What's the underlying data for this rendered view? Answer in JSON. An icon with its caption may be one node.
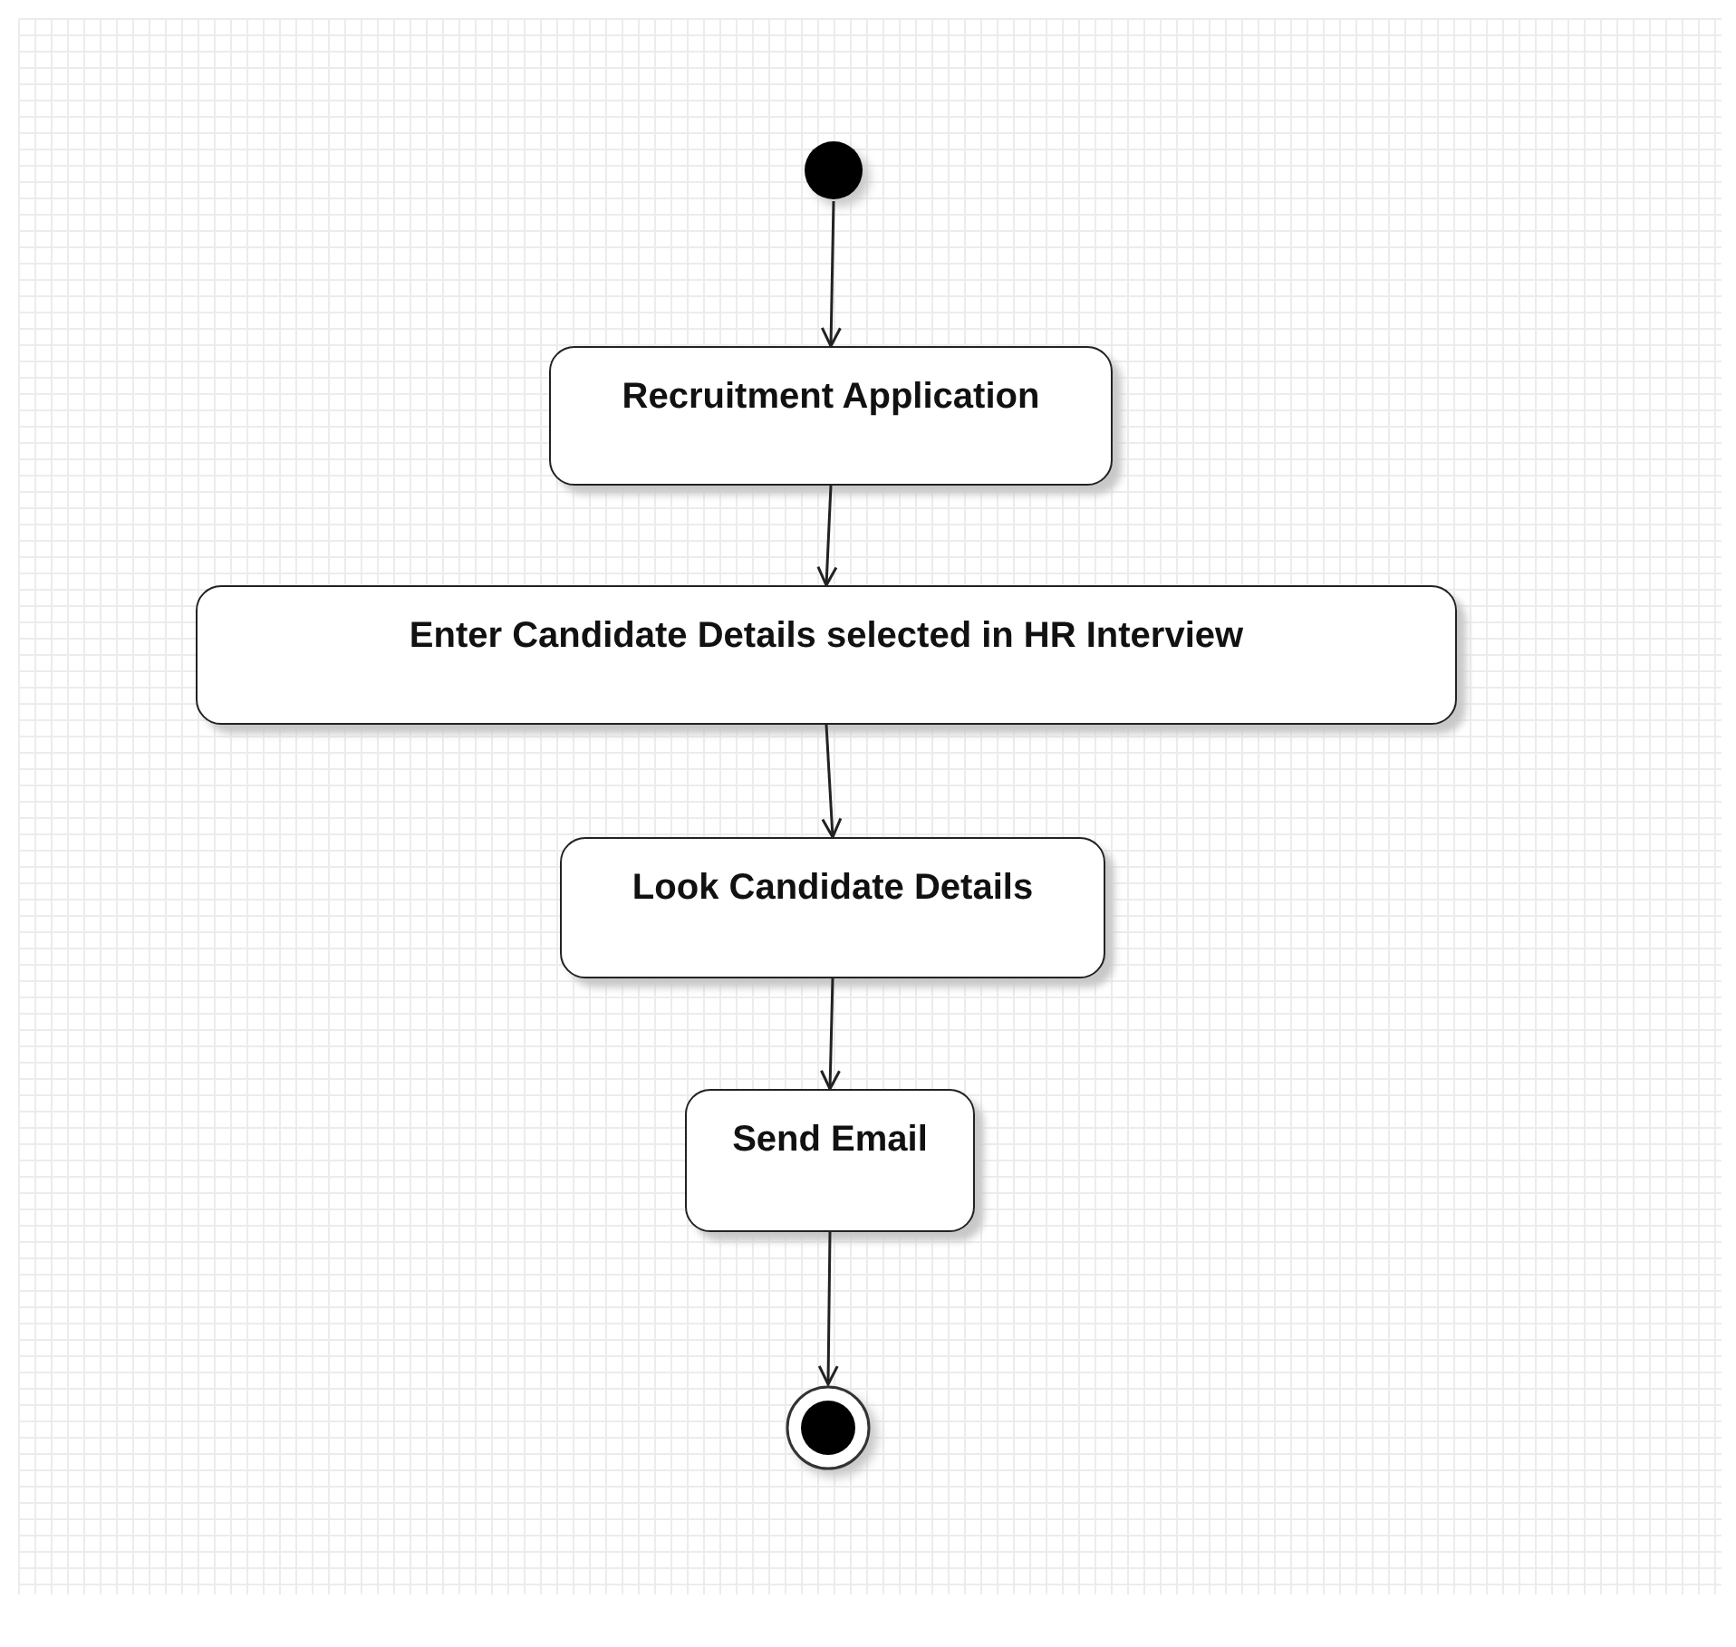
{
  "diagram": {
    "nodes": [
      {
        "text": [],
        "shape": "circle"
      },
      {
        "text": [
          "Recruitment Application"
        ]
      },
      {
        "text": [
          "Enter Candidate Details selected in HR Interview"
        ]
      },
      {
        "text": [
          "Look Candidate Details"
        ]
      },
      {
        "text": [
          "Send Email"
        ]
      },
      {
        "text": [],
        "shape": "circle"
      }
    ],
    "edges": [
      {
        "from": 0,
        "to": 1,
        "arrow": "to"
      },
      {
        "from": 1,
        "to": 2,
        "arrow": "to"
      },
      {
        "from": 2,
        "to": 3,
        "arrow": "to"
      },
      {
        "from": 3,
        "to": 4,
        "arrow": "to"
      },
      {
        "from": 4,
        "to": 5,
        "arrow": "to"
      }
    ]
  }
}
